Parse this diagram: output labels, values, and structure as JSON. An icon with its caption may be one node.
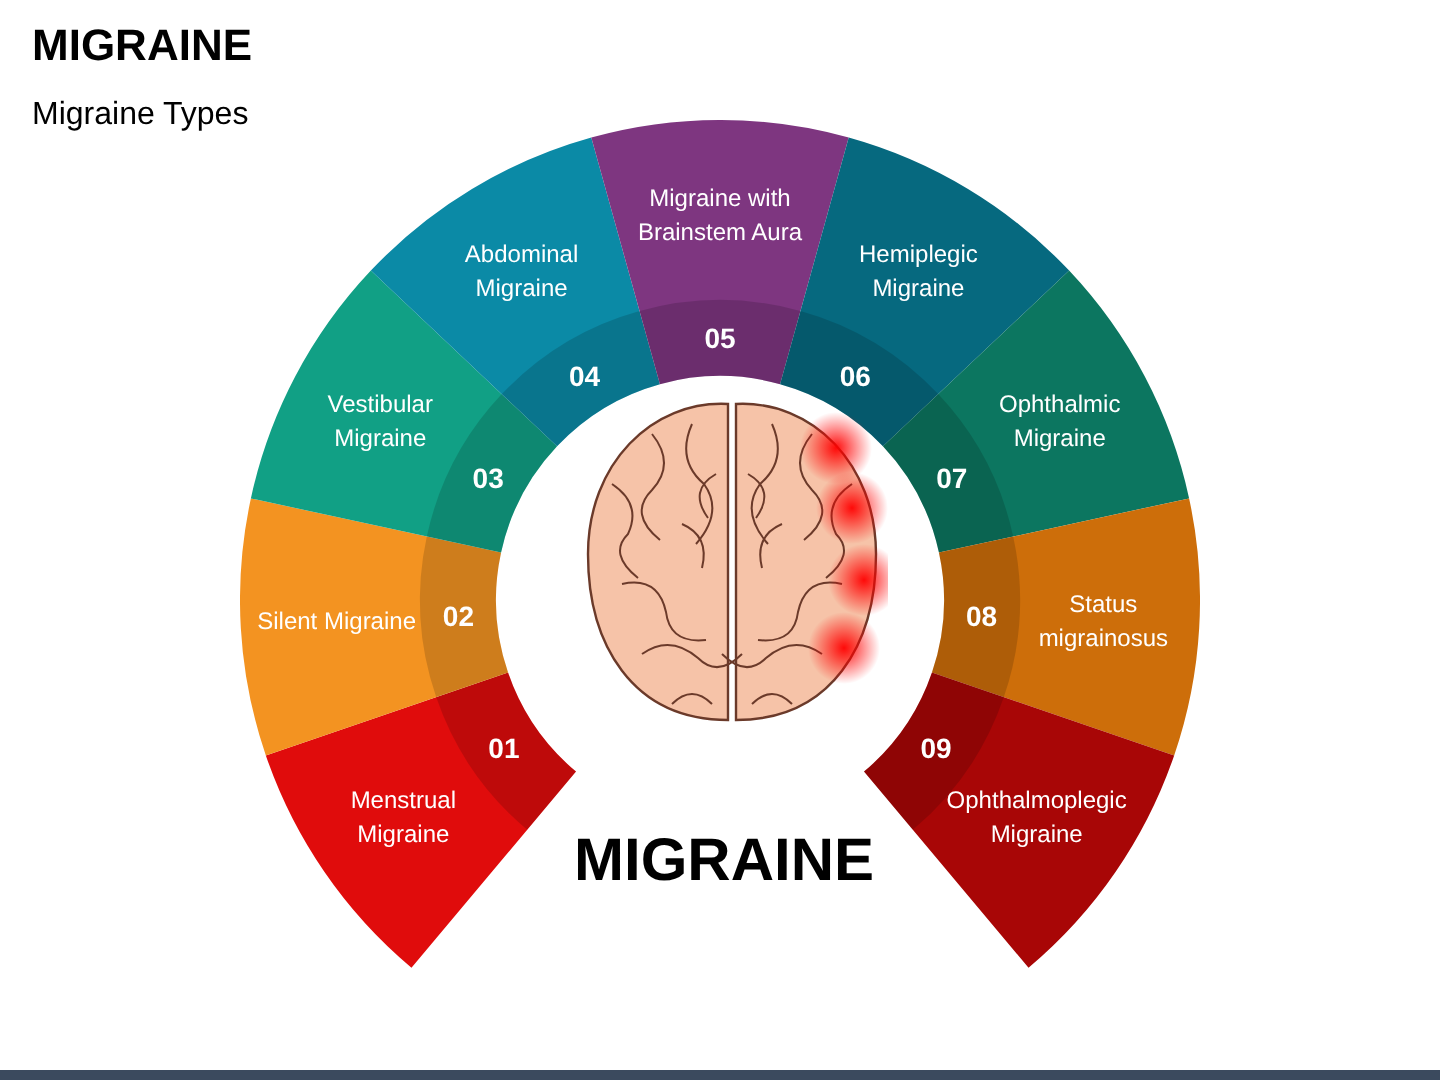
{
  "diagram": {
    "title": "MIGRAINE",
    "nodes": [
      {
        "text": [
          "01",
          "Menstrual Migraine"
        ]
      },
      {
        "text": [
          "Silent Migraine",
          "02"
        ]
      },
      {
        "text": [
          "Vestibular Migraine",
          "03"
        ]
      },
      {
        "text": [
          "Abdominal Migraine",
          "04"
        ]
      },
      {
        "text": [
          "Migraine with Brainstem Aura",
          "05"
        ]
      },
      {
        "text": [
          "Hemiplegic Migraine",
          "06"
        ]
      },
      {
        "text": [
          "Ophthalmic Migraine",
          "07"
        ]
      },
      {
        "text": [
          "08",
          "Status migrainosus"
        ]
      },
      {
        "text": [
          "09",
          "Ophthalmoplegic Migraine"
        ]
      }
    ],
    "labels": [
      "Migraine Types",
      "MIGRAINE"
    ]
  }
}
